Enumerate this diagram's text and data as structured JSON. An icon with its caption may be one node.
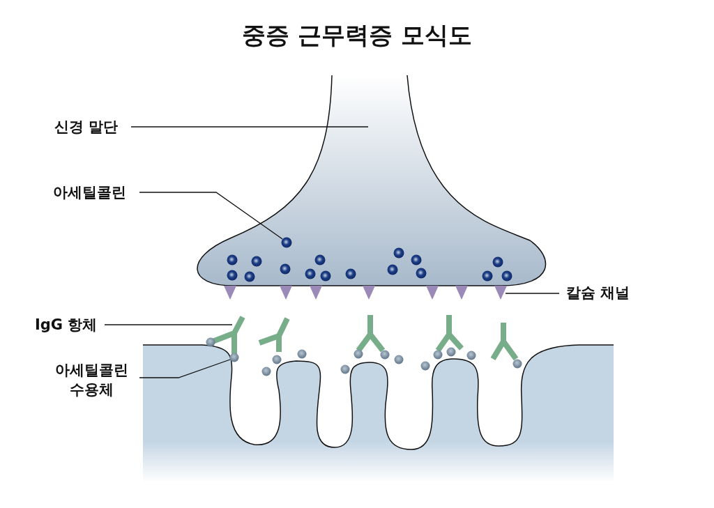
{
  "diagram": {
    "title": "중증 근무력증 모식도",
    "nodes": [
      {
        "text": [
          "신경 말단"
        ]
      },
      {
        "text": [],
        "shape": "picture"
      },
      {
        "text": [
          "아세틸콜린"
        ]
      },
      {
        "text": [],
        "shape": "circle",
        "in": 1
      },
      {
        "text": [
          "칼슘 채널"
        ]
      },
      {
        "text": [],
        "shape": "triangle"
      },
      {
        "text": [
          "IgG 항체"
        ]
      },
      {
        "text": [],
        "shape": "picture"
      },
      {
        "text": [
          "아세틸콜린 수용체"
        ]
      },
      {
        "text": [],
        "shape": "circle"
      },
      {
        "text": [],
        "shape": "triangle"
      },
      {
        "text": [],
        "shape": "triangle"
      },
      {
        "text": [],
        "shape": "triangle"
      },
      {
        "text": [],
        "shape": "triangle"
      },
      {
        "text": [],
        "shape": "triangle"
      },
      {
        "text": [],
        "shape": "triangle"
      },
      {
        "text": [],
        "shape": "circle",
        "in": 1
      },
      {
        "text": [],
        "shape": "circle",
        "in": 1
      },
      {
        "text": [],
        "shape": "circle",
        "in": 1
      },
      {
        "text": [],
        "shape": "circle",
        "in": 1
      },
      {
        "text": [],
        "shape": "circle",
        "in": 1
      },
      {
        "text": [],
        "shape": "circle",
        "in": 1
      },
      {
        "text": [],
        "shape": "circle",
        "in": 1
      },
      {
        "text": [],
        "shape": "circle",
        "in": 1
      },
      {
        "text": [],
        "shape": "circle",
        "in": 1
      },
      {
        "text": [],
        "shape": "circle",
        "in": 1
      },
      {
        "text": [],
        "shape": "circle",
        "in": 1
      },
      {
        "text": [],
        "shape": "circle",
        "in": 1
      },
      {
        "text": [],
        "shape": "circle",
        "in": 1
      },
      {
        "text": [],
        "shape": "circle",
        "in": 1
      },
      {
        "text": [],
        "shape": "circle",
        "in": 1
      },
      {
        "text": [],
        "shape": "circle",
        "in": 1
      },
      {
        "text": [],
        "shape": "picture"
      },
      {
        "text": [],
        "shape": "picture"
      },
      {
        "text": [],
        "shape": "picture"
      },
      {
        "text": [],
        "shape": "picture"
      },
      {
        "text": [],
        "shape": "circle"
      },
      {
        "text": [],
        "shape": "circle"
      },
      {
        "text": [],
        "shape": "circle"
      },
      {
        "text": [],
        "shape": "circle"
      },
      {
        "text": [],
        "shape": "circle"
      },
      {
        "text": [],
        "shape": "circle"
      },
      {
        "text": [],
        "shape": "circle"
      },
      {
        "text": [],
        "shape": "circle"
      },
      {
        "text": [],
        "shape": "circle"
      },
      {
        "text": [],
        "shape": "circle"
      },
      {
        "text": [],
        "shape": "circle"
      },
      {
        "text": [],
        "shape": "circle"
      },
      {
        "text": [],
        "shape": "circle"
      }
    ],
    "edges": [
      {
        "from": 0,
        "to": 1,
        "arrow": "none"
      },
      {
        "from": 2,
        "to": 3,
        "arrow": "none"
      },
      {
        "from": 4,
        "to": 5,
        "arrow": "none"
      },
      {
        "from": 6,
        "to": 7,
        "arrow": "none"
      },
      {
        "from": 8,
        "to": 9,
        "arrow": "none"
      }
    ]
  }
}
